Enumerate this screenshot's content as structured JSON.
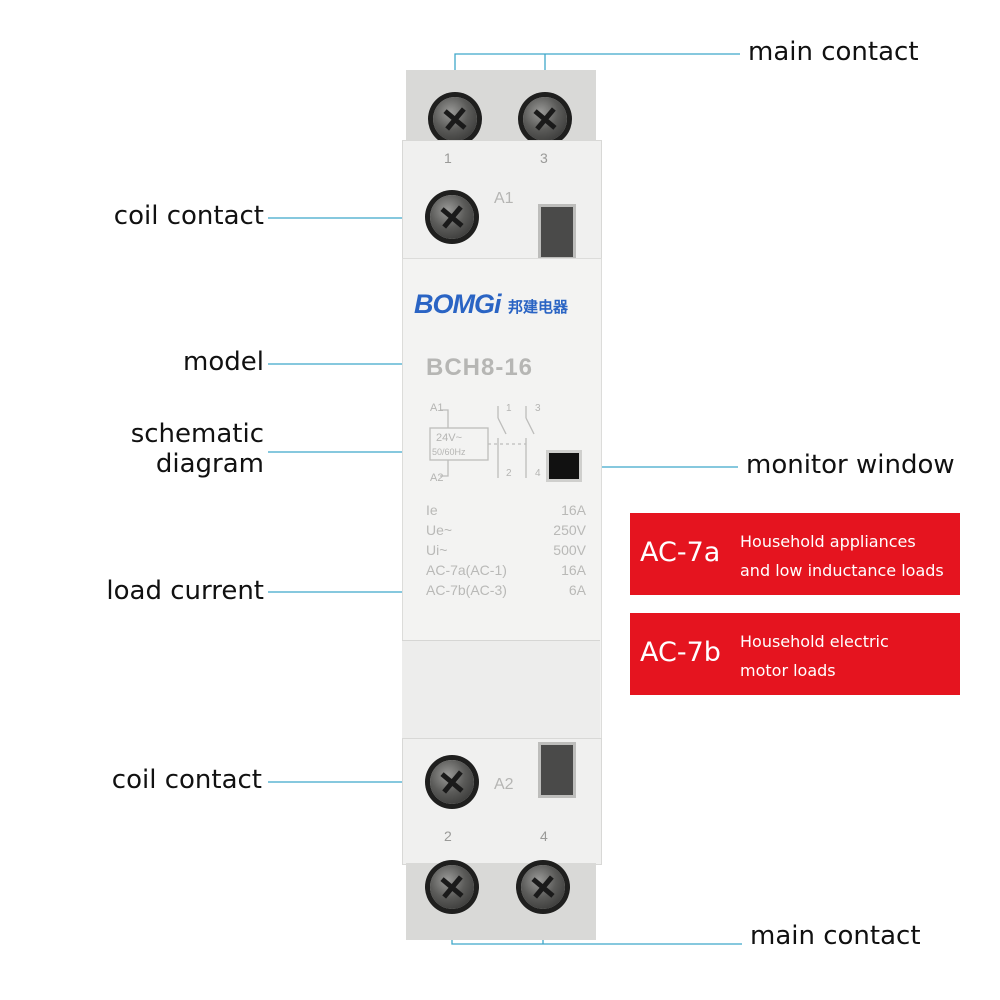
{
  "callouts": {
    "main_contact_top": "main contact",
    "coil_contact_top": "coil contact",
    "model": "model",
    "schematic_line1": "schematic",
    "schematic_line2": "diagram",
    "load_current": "load current",
    "coil_contact_bottom": "coil contact",
    "main_contact_bottom": "main contact",
    "monitor_window": "monitor window"
  },
  "device": {
    "terminal_labels": {
      "t1": "1",
      "t3": "3",
      "a1": "A1",
      "a2": "A2",
      "t2": "2",
      "t4": "4"
    },
    "brand": "BOMGi",
    "brand_cn": "邦建电器",
    "model": "BCH8-16",
    "schematic": {
      "a1": "A1",
      "a2": "A2",
      "coil_voltage": "24V~",
      "coil_freq": "50/60Hz",
      "p1": "1",
      "p3": "3",
      "p2": "2",
      "p4": "4"
    },
    "specs": [
      {
        "label": "Ie",
        "value": "16A"
      },
      {
        "label": "Ue~",
        "value": "250V"
      },
      {
        "label": "Ui~",
        "value": "500V"
      },
      {
        "label": "AC-7a(AC-1)",
        "value": "16A"
      },
      {
        "label": "AC-7b(AC-3)",
        "value": "6A"
      }
    ]
  },
  "ac_boxes": [
    {
      "code": "AC-7a",
      "line1": "Household appliances",
      "line2": "and low inductance loads"
    },
    {
      "code": "AC-7b",
      "line1": "Household electric",
      "line2": "motor loads"
    }
  ],
  "colors": {
    "leader_line": "#3fa7c9",
    "ac_box": "#e5141f",
    "brand": "#2a64c4"
  }
}
